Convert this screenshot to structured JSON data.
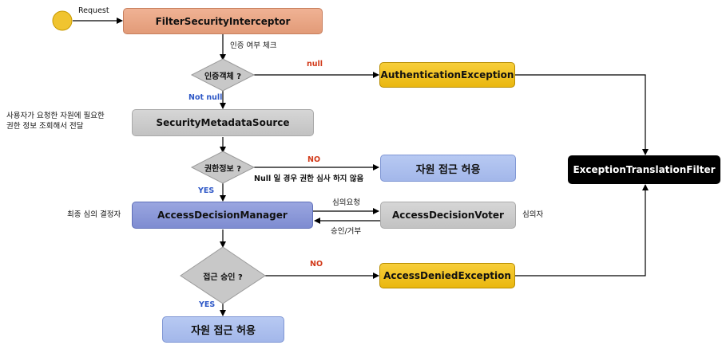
{
  "start": {
    "label": "Request"
  },
  "nodes": {
    "filter": "FilterSecurityInterceptor",
    "auth_check": "인증 여부 체크",
    "auth_q": "인증객체 ?",
    "auth_null": "null",
    "auth_notnull": "Not null",
    "auth_exception": "AuthenticationException",
    "metadata_desc_1": "사용자가 요청한 자원에 필요한",
    "metadata_desc_2": "권한 정보 조회해서 전달",
    "metadata": "SecurityMetadataSource",
    "perm_q": "권한정보 ?",
    "perm_no": "NO",
    "perm_null_note": "Null 일 경우 권한 심사 하지 않음",
    "allow_1": "자원 접근 허용",
    "perm_yes": "YES",
    "final_decider": "최종 심의 결정자",
    "manager": "AccessDecisionManager",
    "request_review": "심의요청",
    "voter": "AccessDecisionVoter",
    "voter_label": "심의자",
    "approve_reject": "승인/거부",
    "access_q": "접근 승인 ?",
    "access_no": "NO",
    "denied_exception": "AccessDeniedException",
    "access_yes": "YES",
    "allow_2": "자원 접근 허용",
    "translation_filter": "ExceptionTranslationFilter"
  }
}
